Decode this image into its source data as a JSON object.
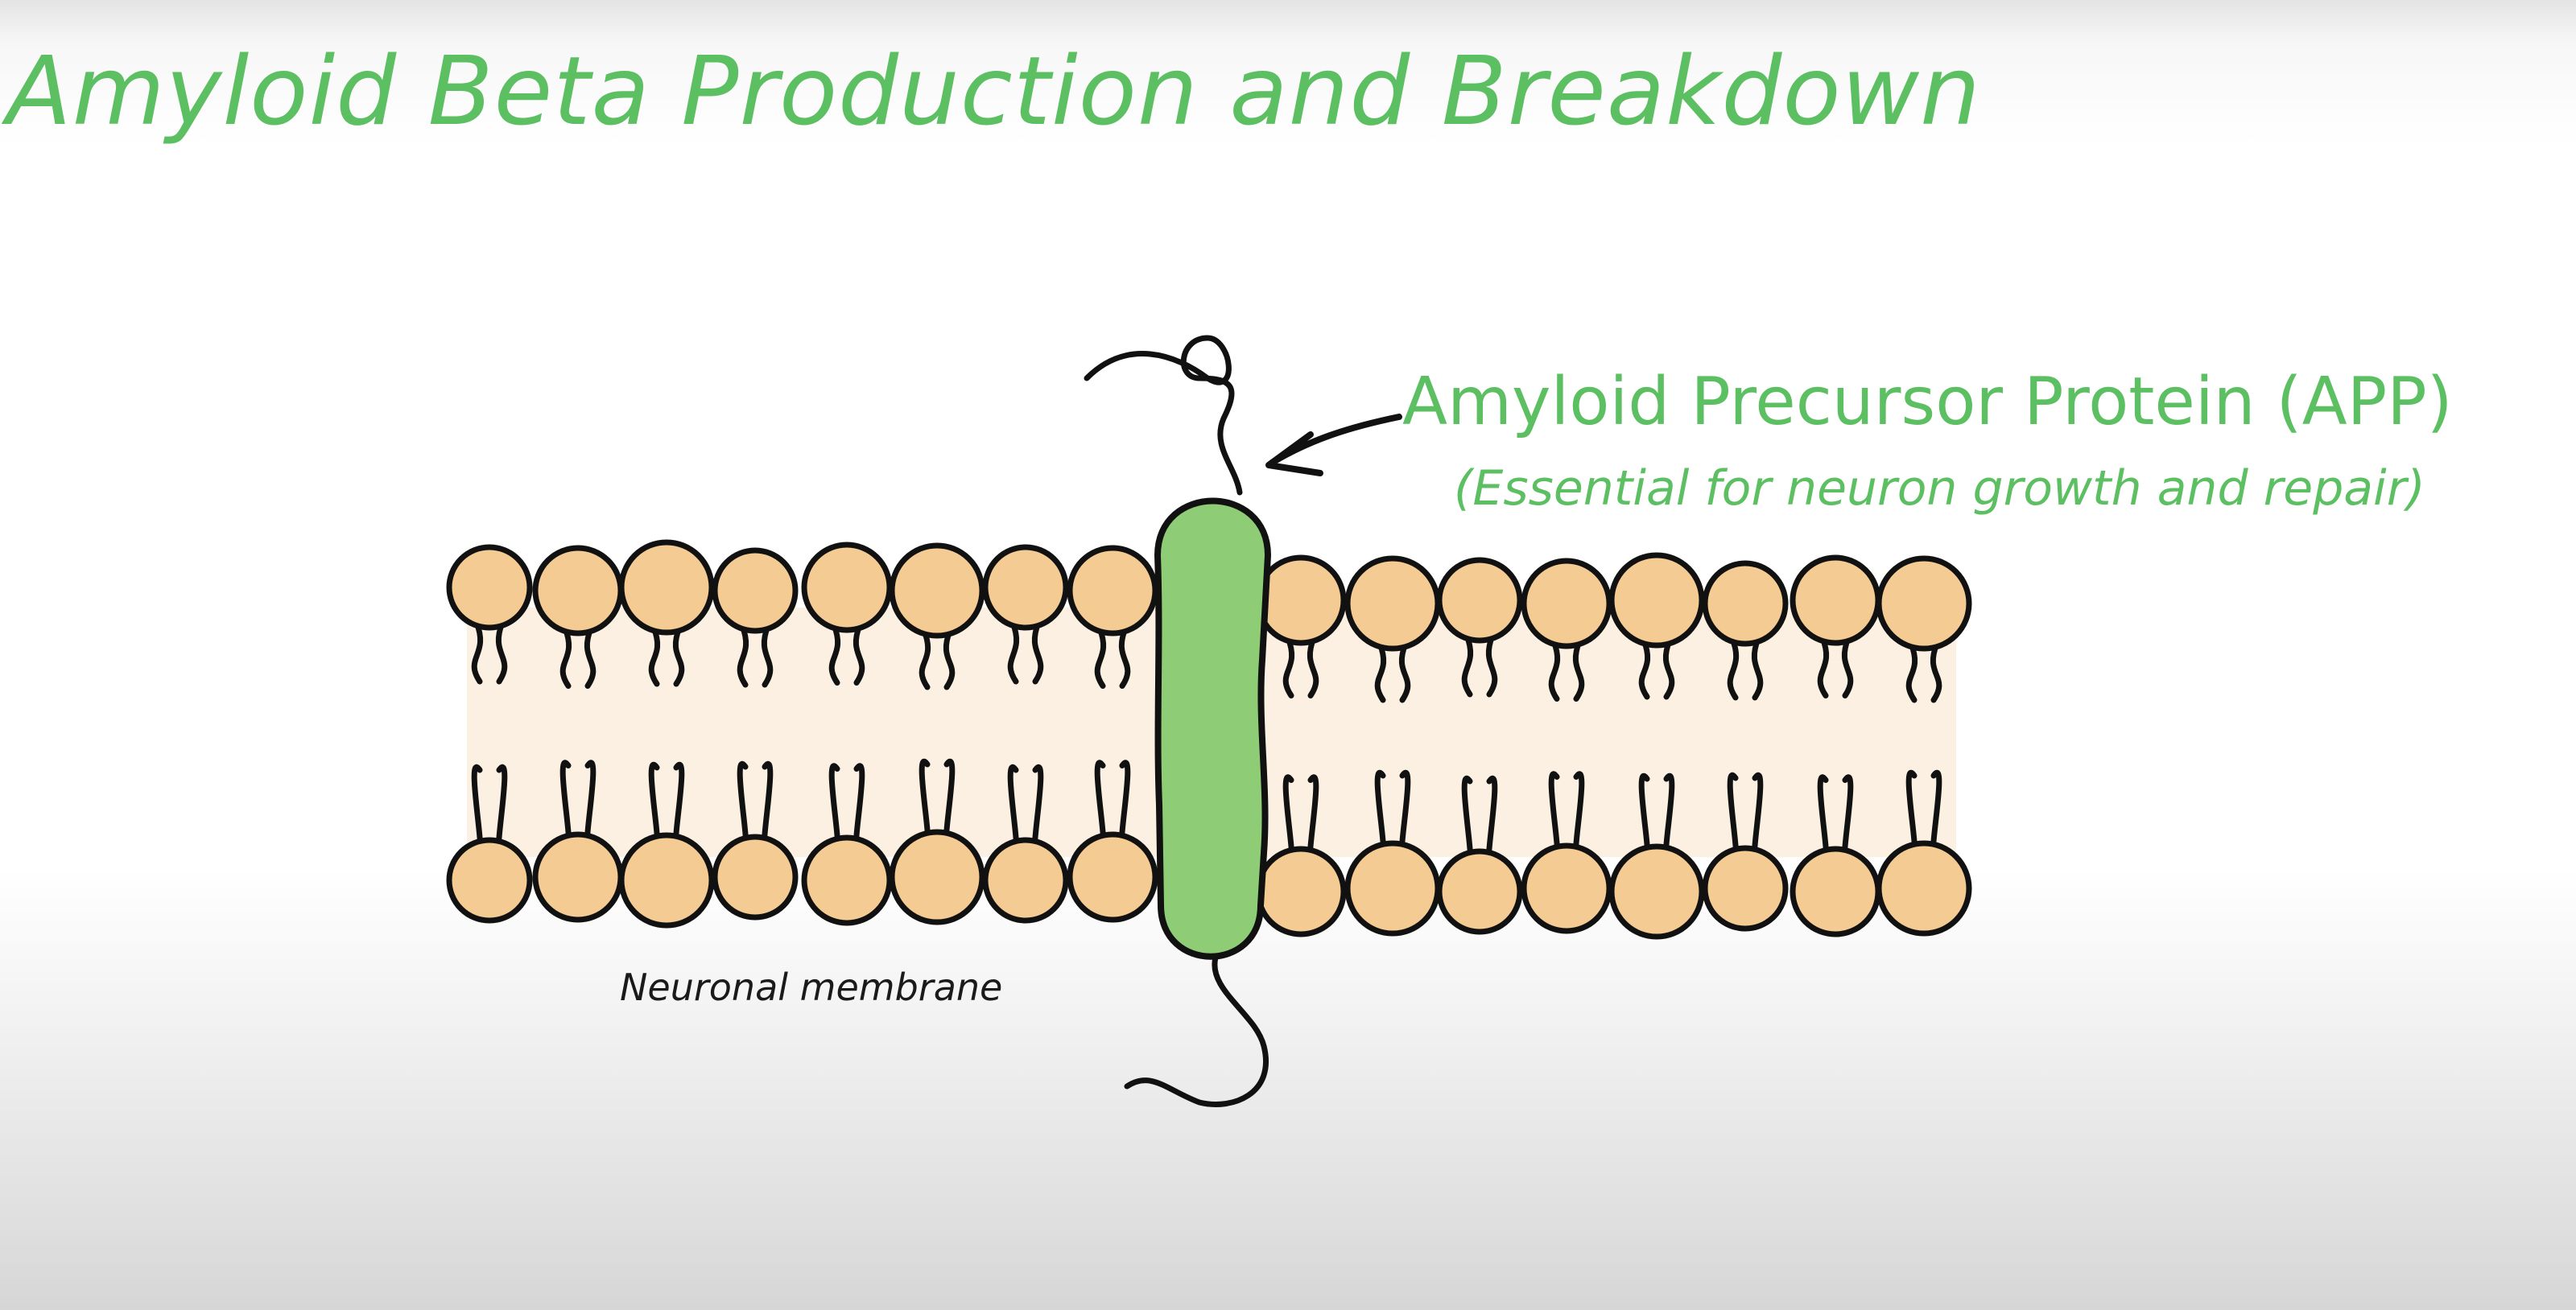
{
  "title": "Amyloid Beta Production and Breakdown",
  "labels": {
    "app": "Amyloid Precursor Protein (APP)",
    "app_note": "(Essential for neuron growth and repair)",
    "membrane": "Neuronal membrane"
  },
  "colors": {
    "text_green": "#5cbf62",
    "protein_fill": "#8ecc76",
    "head_fill": "#f4cb92",
    "bilayer_fill": "#fbf0e2",
    "outline": "#111111"
  }
}
